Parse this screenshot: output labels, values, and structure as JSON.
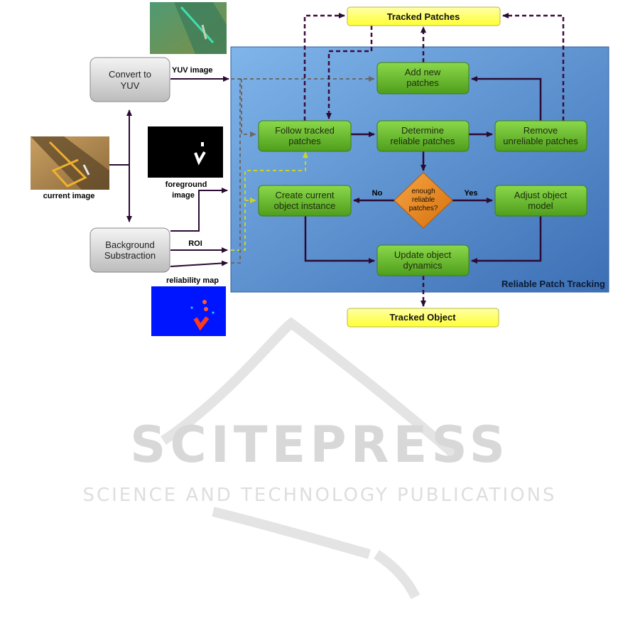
{
  "panel": {
    "title": "Reliable Patch Tracking"
  },
  "nodes": {
    "convert": [
      "Convert to",
      "YUV"
    ],
    "background": [
      "Background",
      "Substraction"
    ],
    "follow": [
      "Follow tracked",
      "patches"
    ],
    "determine": [
      "Determine",
      "reliable patches"
    ],
    "remove": [
      "Remove",
      "unreliable patches"
    ],
    "add": [
      "Add new",
      "patches"
    ],
    "create": [
      "Create current",
      "object instance"
    ],
    "decision": [
      "enough",
      "reliable",
      "patches?"
    ],
    "adjust": [
      "Adjust object",
      "model"
    ],
    "update": [
      "Update object",
      "dynamics"
    ]
  },
  "outputs": {
    "tracked_patches": "Tracked Patches",
    "tracked_object": "Tracked Object"
  },
  "labels": {
    "yuv_image": "YUV image",
    "current_image": "current image",
    "foreground": [
      "foreground",
      "image"
    ],
    "roi": "ROI",
    "reliability_map": "reliability map",
    "no": "No",
    "yes": "Yes"
  },
  "watermark": {
    "line1": "SCITEPRESS",
    "line2": "SCIENCE AND TECHNOLOGY PUBLICATIONS"
  },
  "colors": {
    "panel": "#4f86c6",
    "process_node": "#6cbf2c",
    "decision_node": "#e8871e",
    "output_node": "#ffff66",
    "arrow": "#2b0a33"
  }
}
